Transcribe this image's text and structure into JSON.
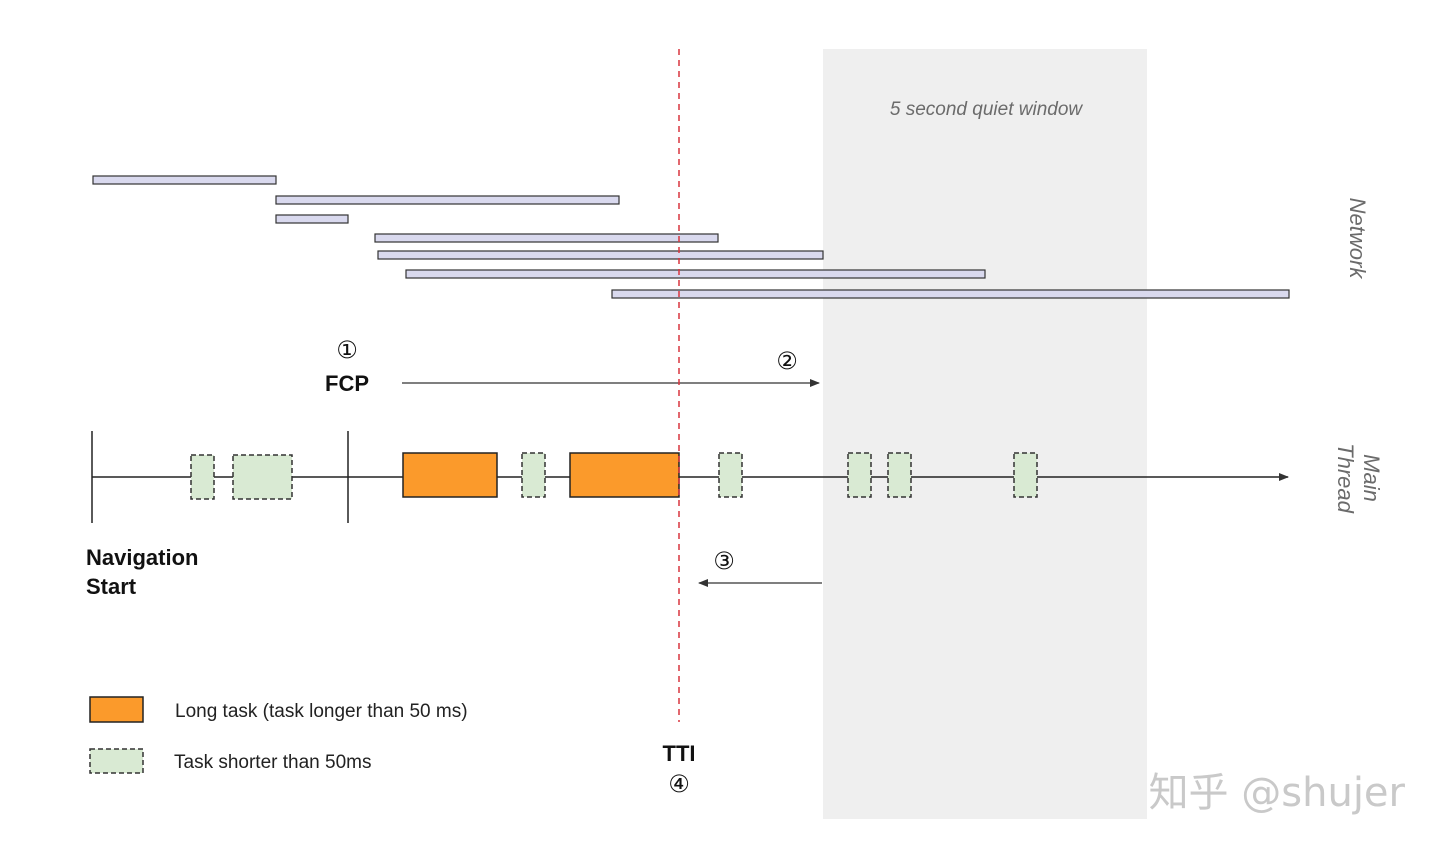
{
  "quiet_window": {
    "label": "5 second quiet window"
  },
  "lanes": {
    "network": "Network",
    "main_thread_line1": "Main",
    "main_thread_line2": "Thread"
  },
  "markers": {
    "fcp": {
      "num": "①",
      "label": "FCP"
    },
    "forward_arrow": {
      "num": "②"
    },
    "backward_arrow": {
      "num": "③"
    },
    "tti": {
      "num": "④",
      "label": "TTI"
    },
    "nav_start_line1": "Navigation",
    "nav_start_line2": "Start"
  },
  "legend": {
    "long_task": "Long task (task longer than 50 ms)",
    "short_task": "Task shorter than 50ms"
  },
  "watermark": "知乎 @shujer",
  "colors": {
    "long_task": "#fb9a2b",
    "short_task": "#d9ead3",
    "network_bar": "#d9d9ee",
    "quiet_window": "#efefef",
    "tti_line": "#d9353f"
  }
}
